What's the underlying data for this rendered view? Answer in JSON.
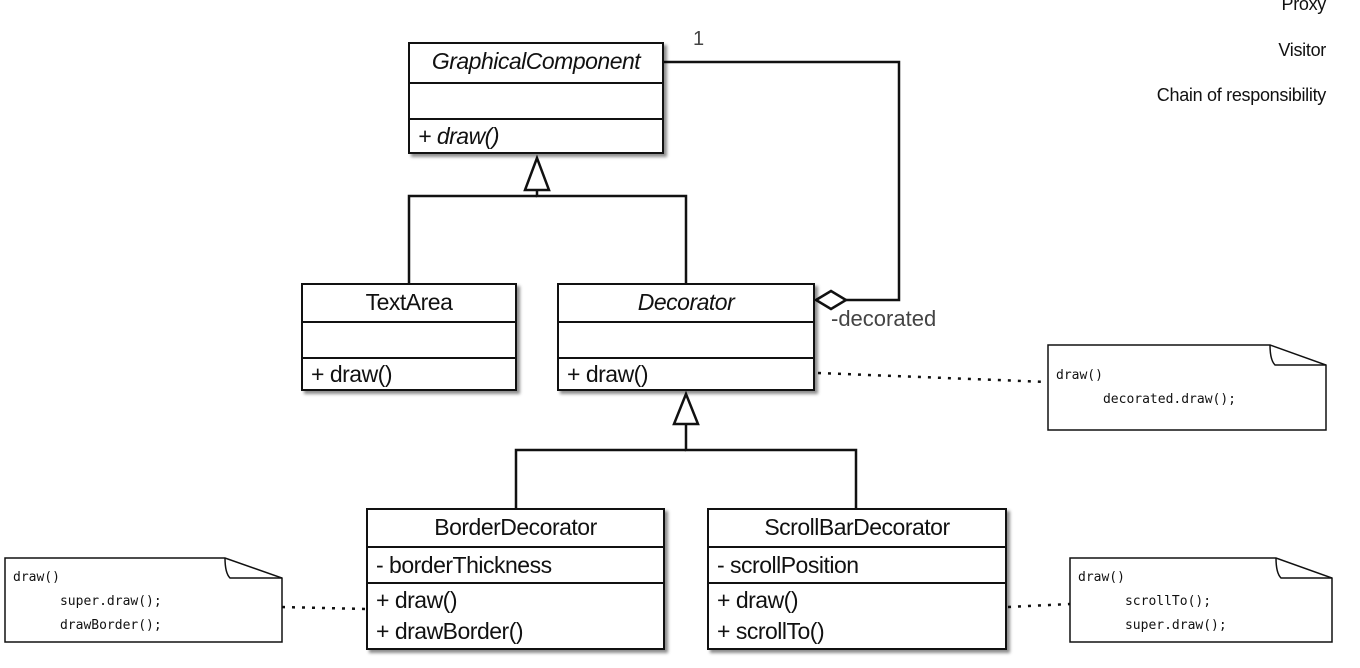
{
  "side_list": [
    "Proxy",
    "Visitor",
    "Chain of responsibility"
  ],
  "classes": {
    "graphical_component": {
      "name": "GraphicalComponent",
      "attributes": "",
      "operation": "+ draw()"
    },
    "text_area": {
      "name": "TextArea",
      "attributes": "",
      "operation": "+ draw()"
    },
    "decorator": {
      "name": "Decorator",
      "attributes": "",
      "operation": "+ draw()"
    },
    "border_decorator": {
      "name": "BorderDecorator",
      "attribute": "- borderThickness",
      "operations": [
        "+ draw()",
        "+ drawBorder()"
      ]
    },
    "scrollbar_decorator": {
      "name": "ScrollBarDecorator",
      "attribute": "- scrollPosition",
      "operations": [
        "+ draw()",
        "+ scrollTo()"
      ]
    }
  },
  "association": {
    "multiplicity": "1",
    "role": "-decorated"
  },
  "notes": {
    "decorator_note": "draw()\n      decorated.draw();",
    "border_note": "draw()\n      super.draw();\n      drawBorder();",
    "scroll_note": "draw()\n      scrollTo();\n      super.draw();"
  }
}
